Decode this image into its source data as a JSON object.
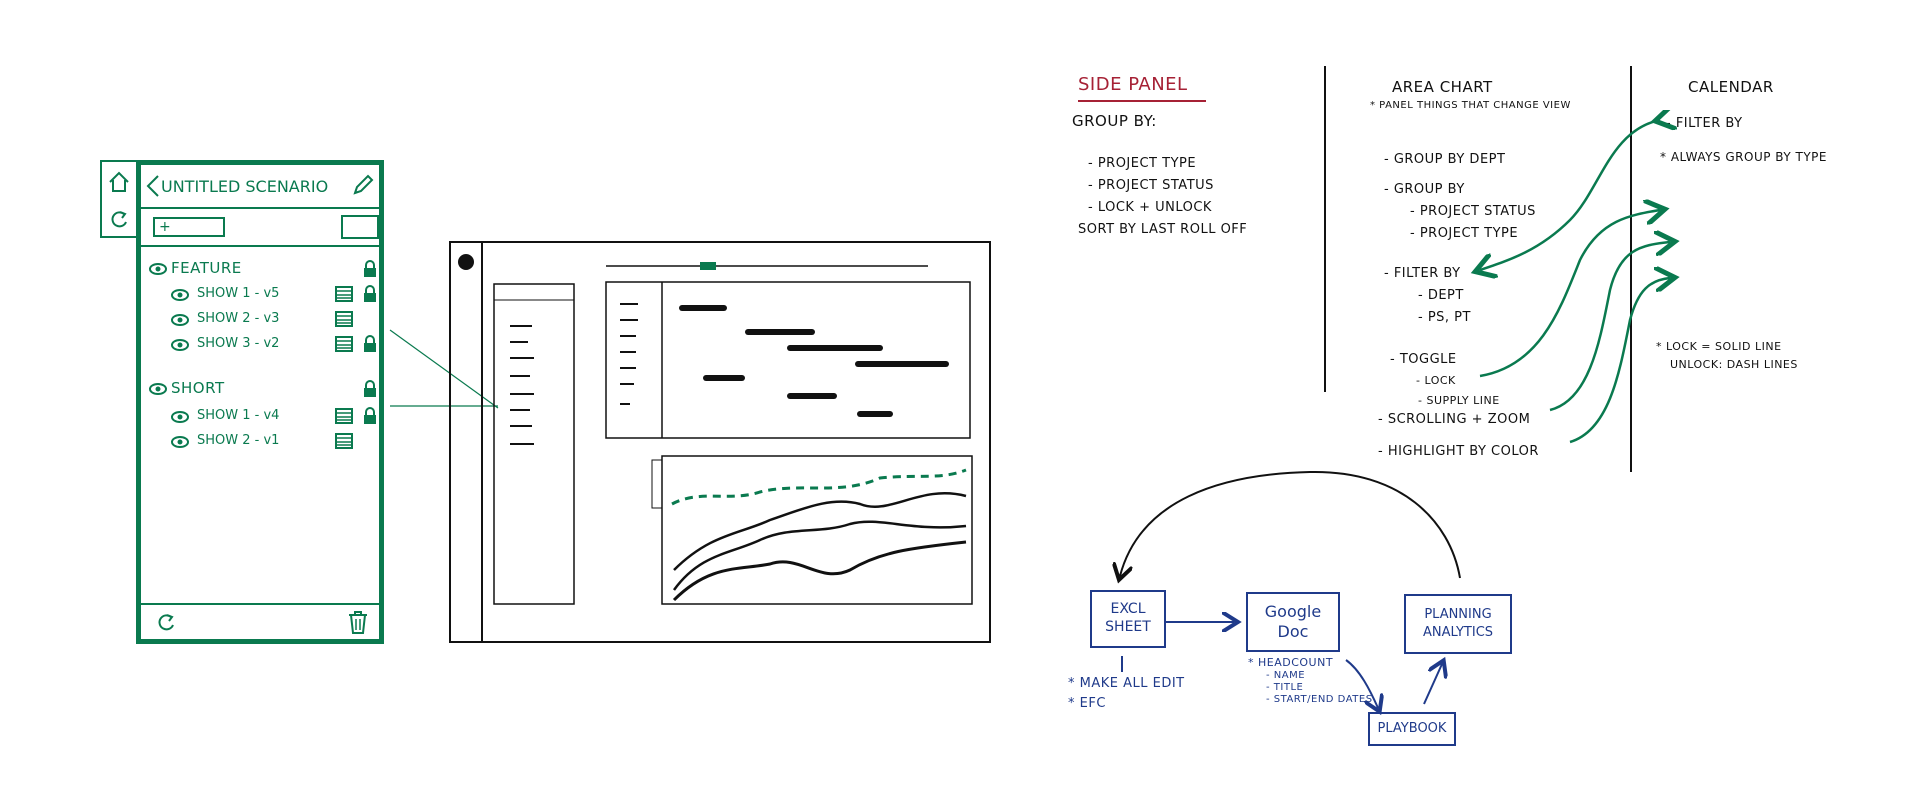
{
  "scenario_panel": {
    "title": "UNTITLED SCENARIO",
    "input_value": "+",
    "groups": [
      {
        "label": "FEATURE",
        "items": [
          "SHOW 1 - v5",
          "SHOW 2 - v3",
          "SHOW 3 - v2"
        ]
      },
      {
        "label": "SHORT",
        "items": [
          "SHOW 1 - v4",
          "SHOW 2 - v1"
        ]
      }
    ]
  },
  "notes": {
    "side_panel": {
      "heading": "SIDE PANEL",
      "group_by": "GROUP BY:",
      "items": [
        "- PROJECT TYPE",
        "- PROJECT STATUS",
        "- LOCK + UNLOCK"
      ],
      "sort": "SORT BY LAST ROLL OFF"
    },
    "area_chart": {
      "heading": "AREA CHART",
      "subnote": "* PANEL THINGS THAT CHANGE VIEW",
      "lines": [
        "- GROUP BY DEPT",
        "- GROUP BY",
        "- PROJECT STATUS",
        "- PROJECT TYPE",
        "- FILTER BY",
        "- DEPT",
        "- PS, PT",
        "- TOGGLE",
        "- LOCK",
        "- SUPPLY LINE",
        "- SCROLLING + ZOOM",
        "- HIGHLIGHT BY COLOR"
      ]
    },
    "calendar": {
      "heading": "CALENDAR",
      "filter": "- FILTER BY",
      "always": "* ALWAYS GROUP BY TYPE",
      "lock_note_1": "* LOCK = SOLID LINE",
      "lock_note_2": "UNLOCK: DASH LINES"
    }
  },
  "flow": {
    "excel": "EXCL SHEET",
    "google_doc": "Google Doc",
    "planning": "PLANNING ANALYTICS",
    "playbook": "PLAYBOOK",
    "excel_notes": [
      "* MAKE ALL EDIT",
      "* EFC"
    ],
    "doc_notes": [
      "* HEADCOUNT",
      "- NAME",
      "- TITLE",
      "- START/END DATES"
    ]
  },
  "colors": {
    "panel_green": "#0a7a4f",
    "flow_navy": "#1f3a8a",
    "heading_red": "#a62135"
  },
  "icons": [
    "home-icon",
    "refresh-icon",
    "back-chevron-icon",
    "pencil-icon",
    "eye-icon",
    "lock-icon",
    "calendar-icon",
    "trash-icon"
  ]
}
